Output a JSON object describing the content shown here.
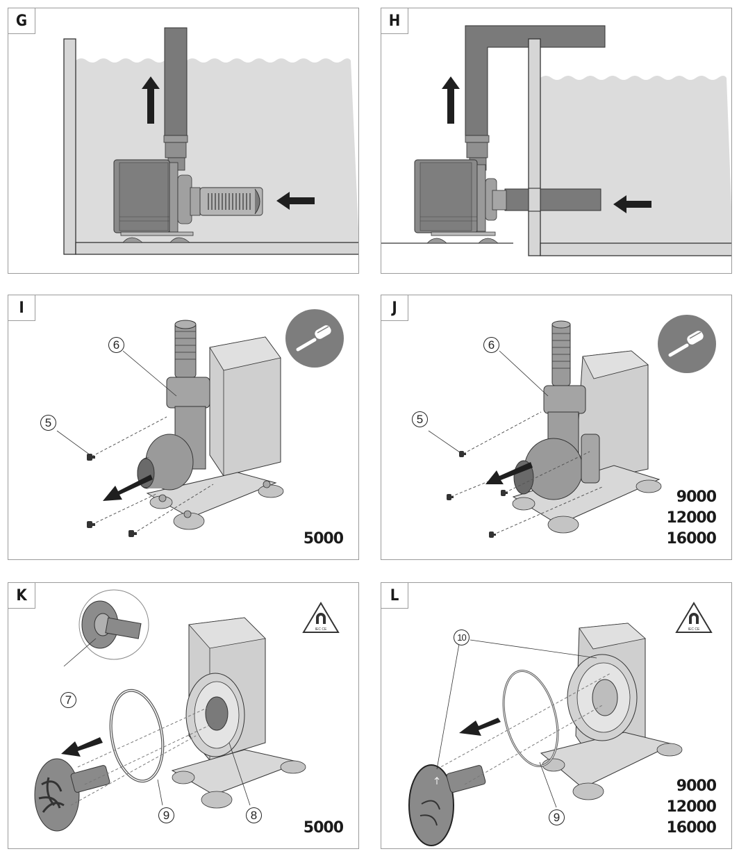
{
  "page_type": "instruction-manual-figures",
  "panels": [
    {
      "id": "G",
      "label": "G",
      "description": "Pump placed submerged inside aquarium, vertical outlet pipe, intake strainer on right",
      "arrows": [
        "up",
        "left"
      ],
      "models": []
    },
    {
      "id": "H",
      "label": "H",
      "description": "Pump placed outside aquarium (external installation), outlet pipe bent over tank wall, intake hose through wall",
      "arrows": [
        "up",
        "left"
      ],
      "models": []
    },
    {
      "id": "I",
      "label": "I",
      "description": "Remove screws and pump housing front (model 5000)",
      "callouts": [
        "5",
        "6"
      ],
      "icon": "screwdriver-icon",
      "models": [
        "5000"
      ]
    },
    {
      "id": "J",
      "label": "J",
      "description": "Remove screws and pump housing front (models 9000/12000/16000)",
      "callouts": [
        "5",
        "6"
      ],
      "icon": "screwdriver-icon",
      "models": [
        "9000",
        "12000",
        "16000"
      ]
    },
    {
      "id": "K",
      "label": "K",
      "description": "Remove impeller and O-ring (model 5000)",
      "callouts": [
        "7",
        "8",
        "9"
      ],
      "icon": "magnet-warning-icon",
      "models": [
        "5000"
      ]
    },
    {
      "id": "L",
      "label": "L",
      "description": "Remove impeller and O-ring (models 9000/12000/16000)",
      "callouts": [
        "10",
        "9"
      ],
      "icon": "magnet-warning-icon",
      "models": [
        "9000",
        "12000",
        "16000"
      ]
    }
  ],
  "callout_text": {
    "c5": "5",
    "c6": "6",
    "c7": "7",
    "c8": "8",
    "c9": "9",
    "c10": "10"
  },
  "warning_icon_text": "IEC CE",
  "colors": {
    "water": "#dcdcdc",
    "pipe": "#7a7a7a",
    "pump_body": "#a8a8a8",
    "arrow": "#1f1f1f",
    "border": "#9a9a9a",
    "icon_circle": "#7d7d7d"
  }
}
